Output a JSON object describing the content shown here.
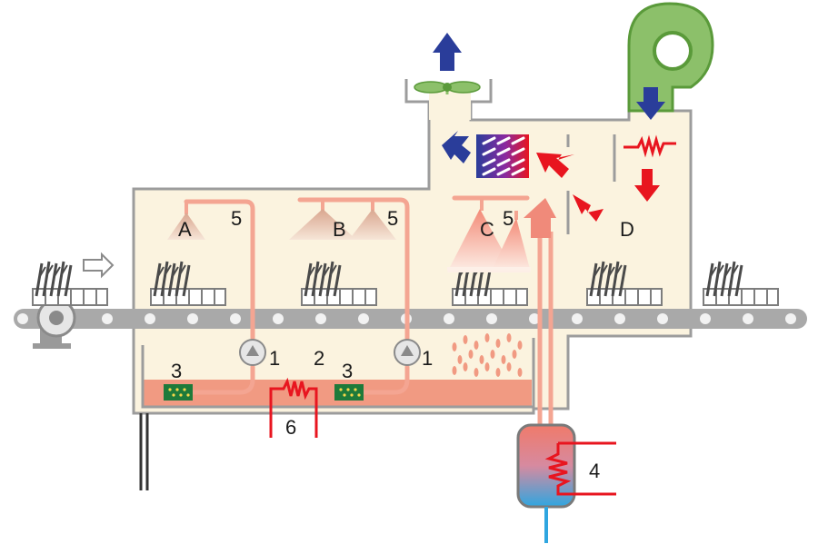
{
  "labels": {
    "zone_a": "A",
    "zone_b": "B",
    "zone_c": "C",
    "zone_d": "D",
    "pump_1a": "1",
    "pump_1b": "1",
    "tank_2": "2",
    "filter_3a": "3",
    "filter_3b": "3",
    "boiler_4": "4",
    "pipe_5a": "5",
    "pipe_5b": "5",
    "pipe_5c": "5",
    "heater_6": "6"
  },
  "colors": {
    "chamber_fill": "#fbf3df",
    "outline": "#9c9c9c",
    "hot_water": "#f19a82",
    "pipe": "#f4a592",
    "heater_red": "#e8151f",
    "air_blue": "#2a3d9a",
    "fan_green": "#8cc06a",
    "filter_green": "#1e7a3a",
    "cold_water": "#2fa6e0"
  }
}
